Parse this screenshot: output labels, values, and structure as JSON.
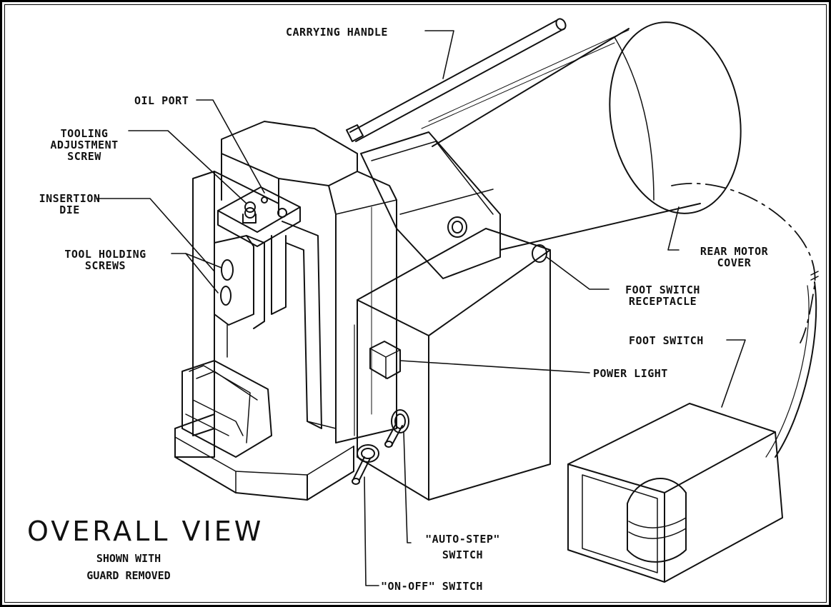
{
  "figure": {
    "title": "OVERALL VIEW",
    "subtitle_line1": "SHOWN WITH",
    "subtitle_line2": "GUARD REMOVED"
  },
  "callouts": {
    "carrying_handle": "CARRYING HANDLE",
    "oil_port": "OIL PORT",
    "tooling_adjustment_screw_1": "TOOLING",
    "tooling_adjustment_screw_2": "ADJUSTMENT",
    "tooling_adjustment_screw_3": "SCREW",
    "insertion_die_1": "INSERTION",
    "insertion_die_2": "DIE",
    "tool_holding_screws_1": "TOOL HOLDING",
    "tool_holding_screws_2": "SCREWS",
    "rear_motor_cover_1": "REAR MOTOR",
    "rear_motor_cover_2": "COVER",
    "foot_switch_receptacle_1": "FOOT SWITCH",
    "foot_switch_receptacle_2": "RECEPTACLE",
    "foot_switch": "FOOT SWITCH",
    "power_light": "POWER LIGHT",
    "auto_step_switch_1": "\"AUTO-STEP\"",
    "auto_step_switch_2": "SWITCH",
    "on_off_switch": "\"ON-OFF\" SWITCH"
  },
  "colors": {
    "ink": "#111111",
    "paper": "#ffffff"
  }
}
